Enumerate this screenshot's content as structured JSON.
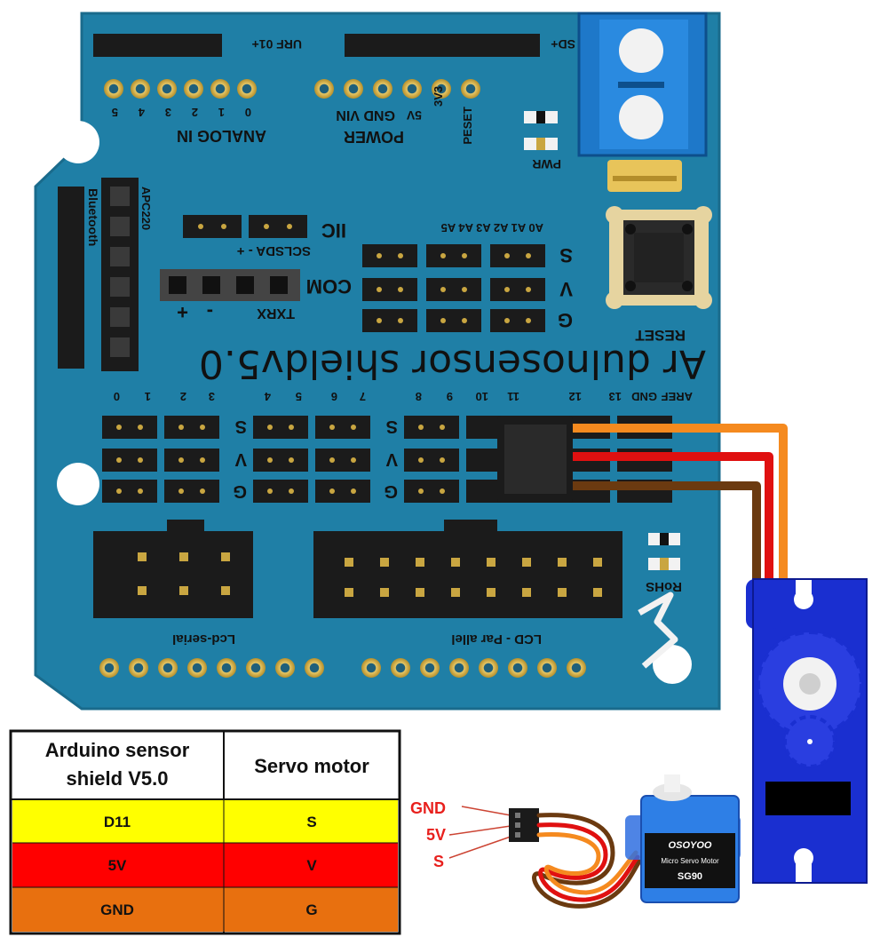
{
  "shield": {
    "title": "Ar dulnosensor shieldv5.0",
    "header_labels": {
      "urf": "URF 01+",
      "sd": "SD+"
    },
    "analog": {
      "name": "ANALOG IN",
      "pins": [
        "5",
        "4",
        "3",
        "2",
        "1",
        "0"
      ]
    },
    "power": {
      "name": "POWER",
      "pins": "GND VIN",
      "five_v": "5V",
      "three_v3": "3V3",
      "reset_pin": "PESET"
    },
    "pwr_label": "PWR",
    "bluetooth": "Bluetooth",
    "apc": "APC220",
    "iic": {
      "label": "IIC",
      "pins": "SCLSDA - +"
    },
    "com": {
      "label": "COM",
      "plus": "+",
      "minus": "-",
      "txrx": "TXRX"
    },
    "analog_row_labels": "A0 A1 A2 A3 A4 A5",
    "svg_labels": [
      "S",
      "V",
      "G"
    ],
    "reset": "RESET",
    "digital_labels": [
      "AREF",
      "GND",
      "13",
      "12",
      "11",
      "10",
      "9",
      "8",
      "7",
      "6",
      "5",
      "4",
      "3",
      "2",
      "1",
      "0"
    ],
    "lcd_serial": "Lcd-serial",
    "lcd_parallel": "LCD - Par allel",
    "rohs": "RoHS"
  },
  "wiring_table": {
    "headers": [
      "Arduino sensor shield V5.0",
      "Servo motor"
    ],
    "rows": [
      {
        "left": "D11",
        "right": "S",
        "color": "#ffff00"
      },
      {
        "left": "5V",
        "right": "V",
        "color": "#ff0000"
      },
      {
        "left": "GND",
        "right": "G",
        "color": "#e8700f"
      }
    ]
  },
  "servo_photo": {
    "callouts": [
      "GND",
      "5V",
      "S"
    ],
    "brand": "OSOYOO",
    "model_line": "Micro Servo Motor",
    "model": "SG90"
  },
  "colors": {
    "board": "#1f7fa6",
    "board_edge": "#1a6b8c",
    "header_black": "#1b1b1b",
    "pad_gold": "#c9a641",
    "terminal_blue": "#1e78c9",
    "servo_blue": "#1a2fd0",
    "wire_orange": "#f58a1f",
    "wire_red": "#e01010",
    "wire_brown": "#6b3a10"
  }
}
